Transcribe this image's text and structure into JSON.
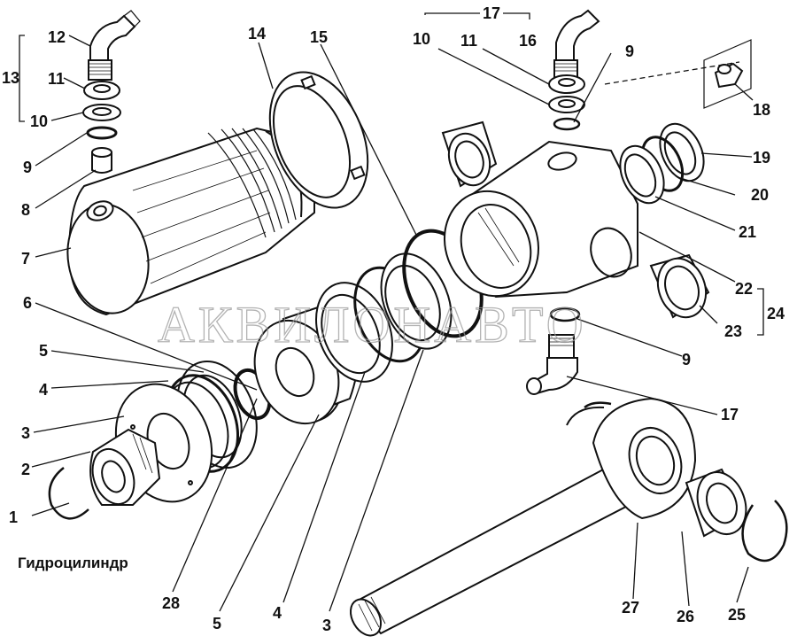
{
  "title": "Гидроцилиндр",
  "watermark": "АКВИЛОНАВТО",
  "labels": {
    "n1": "1",
    "n2": "2",
    "n3_left": "3",
    "n4_left": "4",
    "n5_left": "5",
    "n6": "6",
    "n7": "7",
    "n8": "8",
    "n9_left": "9",
    "n10_left": "10",
    "n11_left": "11",
    "n12": "12",
    "n13": "13",
    "n14": "14",
    "n15": "15",
    "n28": "28",
    "n5_bottom": "5",
    "n4_bottom": "4",
    "n3_bottom": "3",
    "n10_top": "10",
    "n11_top": "11",
    "n17_top": "17",
    "n16": "16",
    "n9_top": "9",
    "n18": "18",
    "n19": "19",
    "n20": "20",
    "n21": "21",
    "n22": "22",
    "n24": "24",
    "n23": "23",
    "n9_right": "9",
    "n17_right": "17",
    "n27": "27",
    "n26": "26",
    "n25": "25"
  }
}
